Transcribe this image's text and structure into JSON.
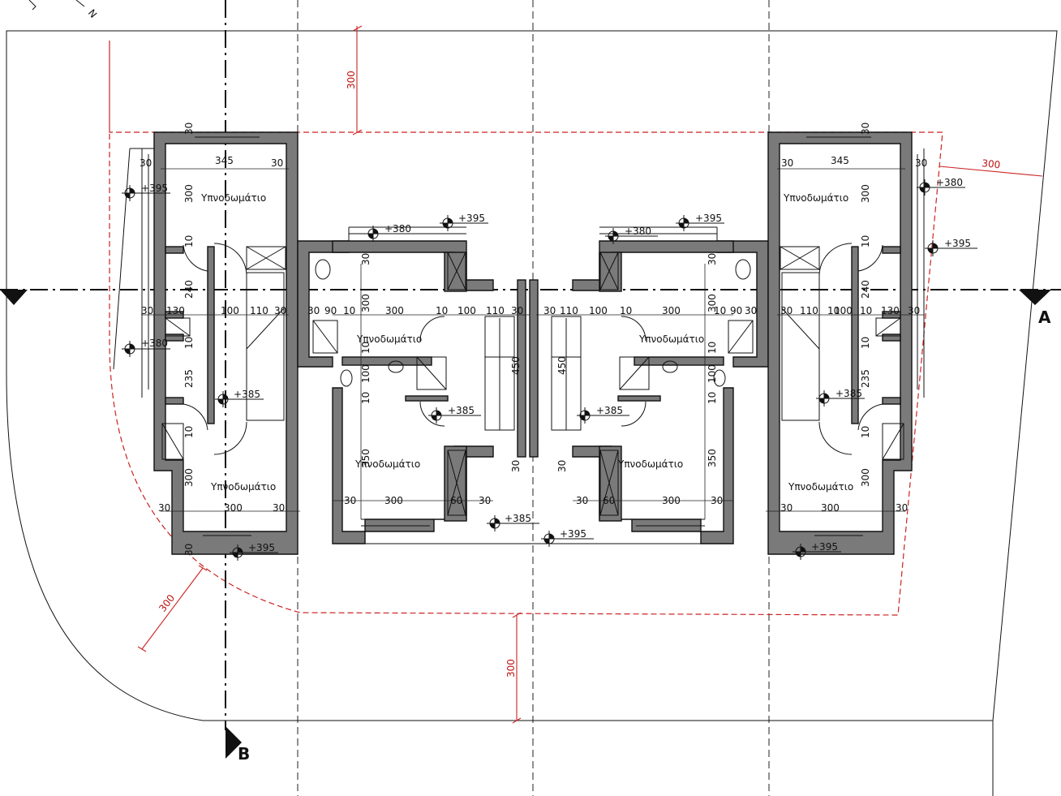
{
  "room_labels": {
    "bedroom": "Υπνοδωμάτιο"
  },
  "levels": {
    "l395": "+395",
    "l380": "+380",
    "l385": "+385"
  },
  "dims": {
    "d345": "345",
    "d300": "300",
    "d30": "30",
    "d10": "10",
    "d240": "240",
    "d235": "235",
    "d130": "130",
    "d100": "100",
    "d110": "110",
    "d90": "90",
    "d450": "450",
    "d350": "350",
    "d60": "60"
  },
  "setback": {
    "value": "300"
  },
  "sections": {
    "a": "A",
    "b": "B"
  },
  "north": {
    "letter": "N"
  }
}
